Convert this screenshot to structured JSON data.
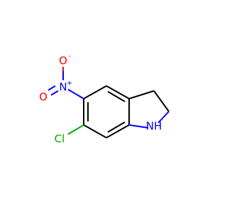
{
  "molecule": {
    "atoms": {
      "oxygen_top": {
        "symbol": "O",
        "charge": "-",
        "color": "#ff0000"
      },
      "nitrogen_nitro": {
        "symbol": "N",
        "charge": "+",
        "color": "#0000ff"
      },
      "oxygen_left": {
        "symbol": "O",
        "color": "#ff0000"
      },
      "chlorine": {
        "symbol": "Cl",
        "color": "#00aa00"
      },
      "nitrogen_ring": {
        "symbol": "NH",
        "color": "#0000ff"
      }
    }
  }
}
